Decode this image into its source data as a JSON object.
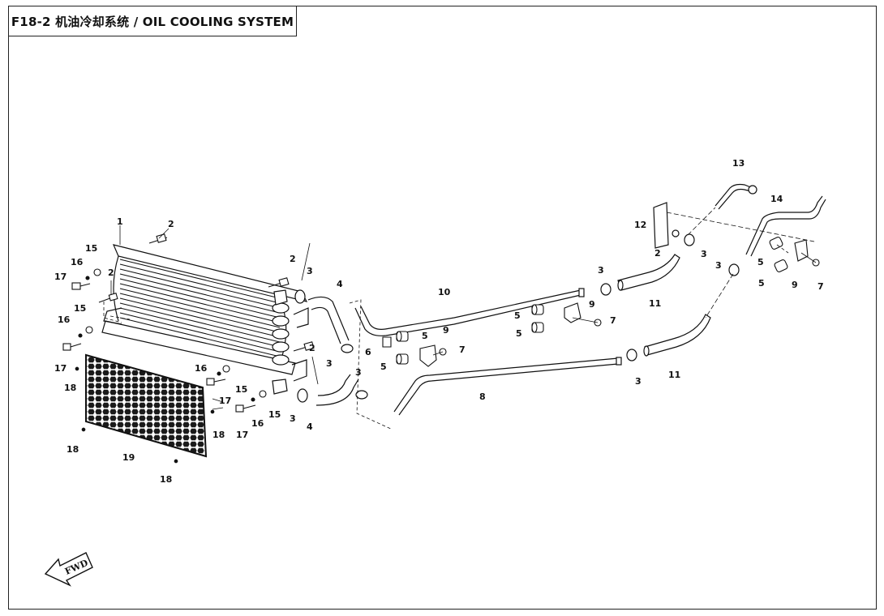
{
  "title": "F18-2 机油冷却系统 / OIL COOLING SYSTEM",
  "direction_label": "FWD",
  "colors": {
    "line": "#111111",
    "fill": "#ffffff",
    "mesh": "#1a1a1a"
  },
  "callouts": {
    "c1": "1",
    "c2a": "2",
    "c15a": "15",
    "c16a": "16",
    "c17a": "17",
    "c2b": "2",
    "c15b": "15",
    "c16b": "16",
    "c17b": "17",
    "c18a": "18",
    "c18b": "18",
    "c18c": "18",
    "c18d": "18",
    "c19": "19",
    "c2c": "2",
    "c3a": "3",
    "c2d": "2",
    "c4a": "4",
    "c3b": "3",
    "c16c": "16",
    "c15c": "15",
    "c17c": "17",
    "c16d": "16",
    "c15d": "15",
    "c17d": "17",
    "c3c": "3",
    "c4b": "4",
    "c3d": "3",
    "c6": "6",
    "c5a": "5",
    "c9a": "9",
    "c7a": "7",
    "c5b": "5",
    "c10": "10",
    "c8": "8",
    "c5c": "5",
    "c5d": "5",
    "c9b": "9",
    "c7b": "7",
    "c3e": "3",
    "c11a": "11",
    "c3f": "3",
    "c11b": "11",
    "c2e": "2",
    "c12": "12",
    "c3g": "3",
    "c13": "13",
    "c14": "14",
    "c3h": "3",
    "c5e": "5",
    "c5f": "5",
    "c9c": "9",
    "c7c": "7"
  }
}
